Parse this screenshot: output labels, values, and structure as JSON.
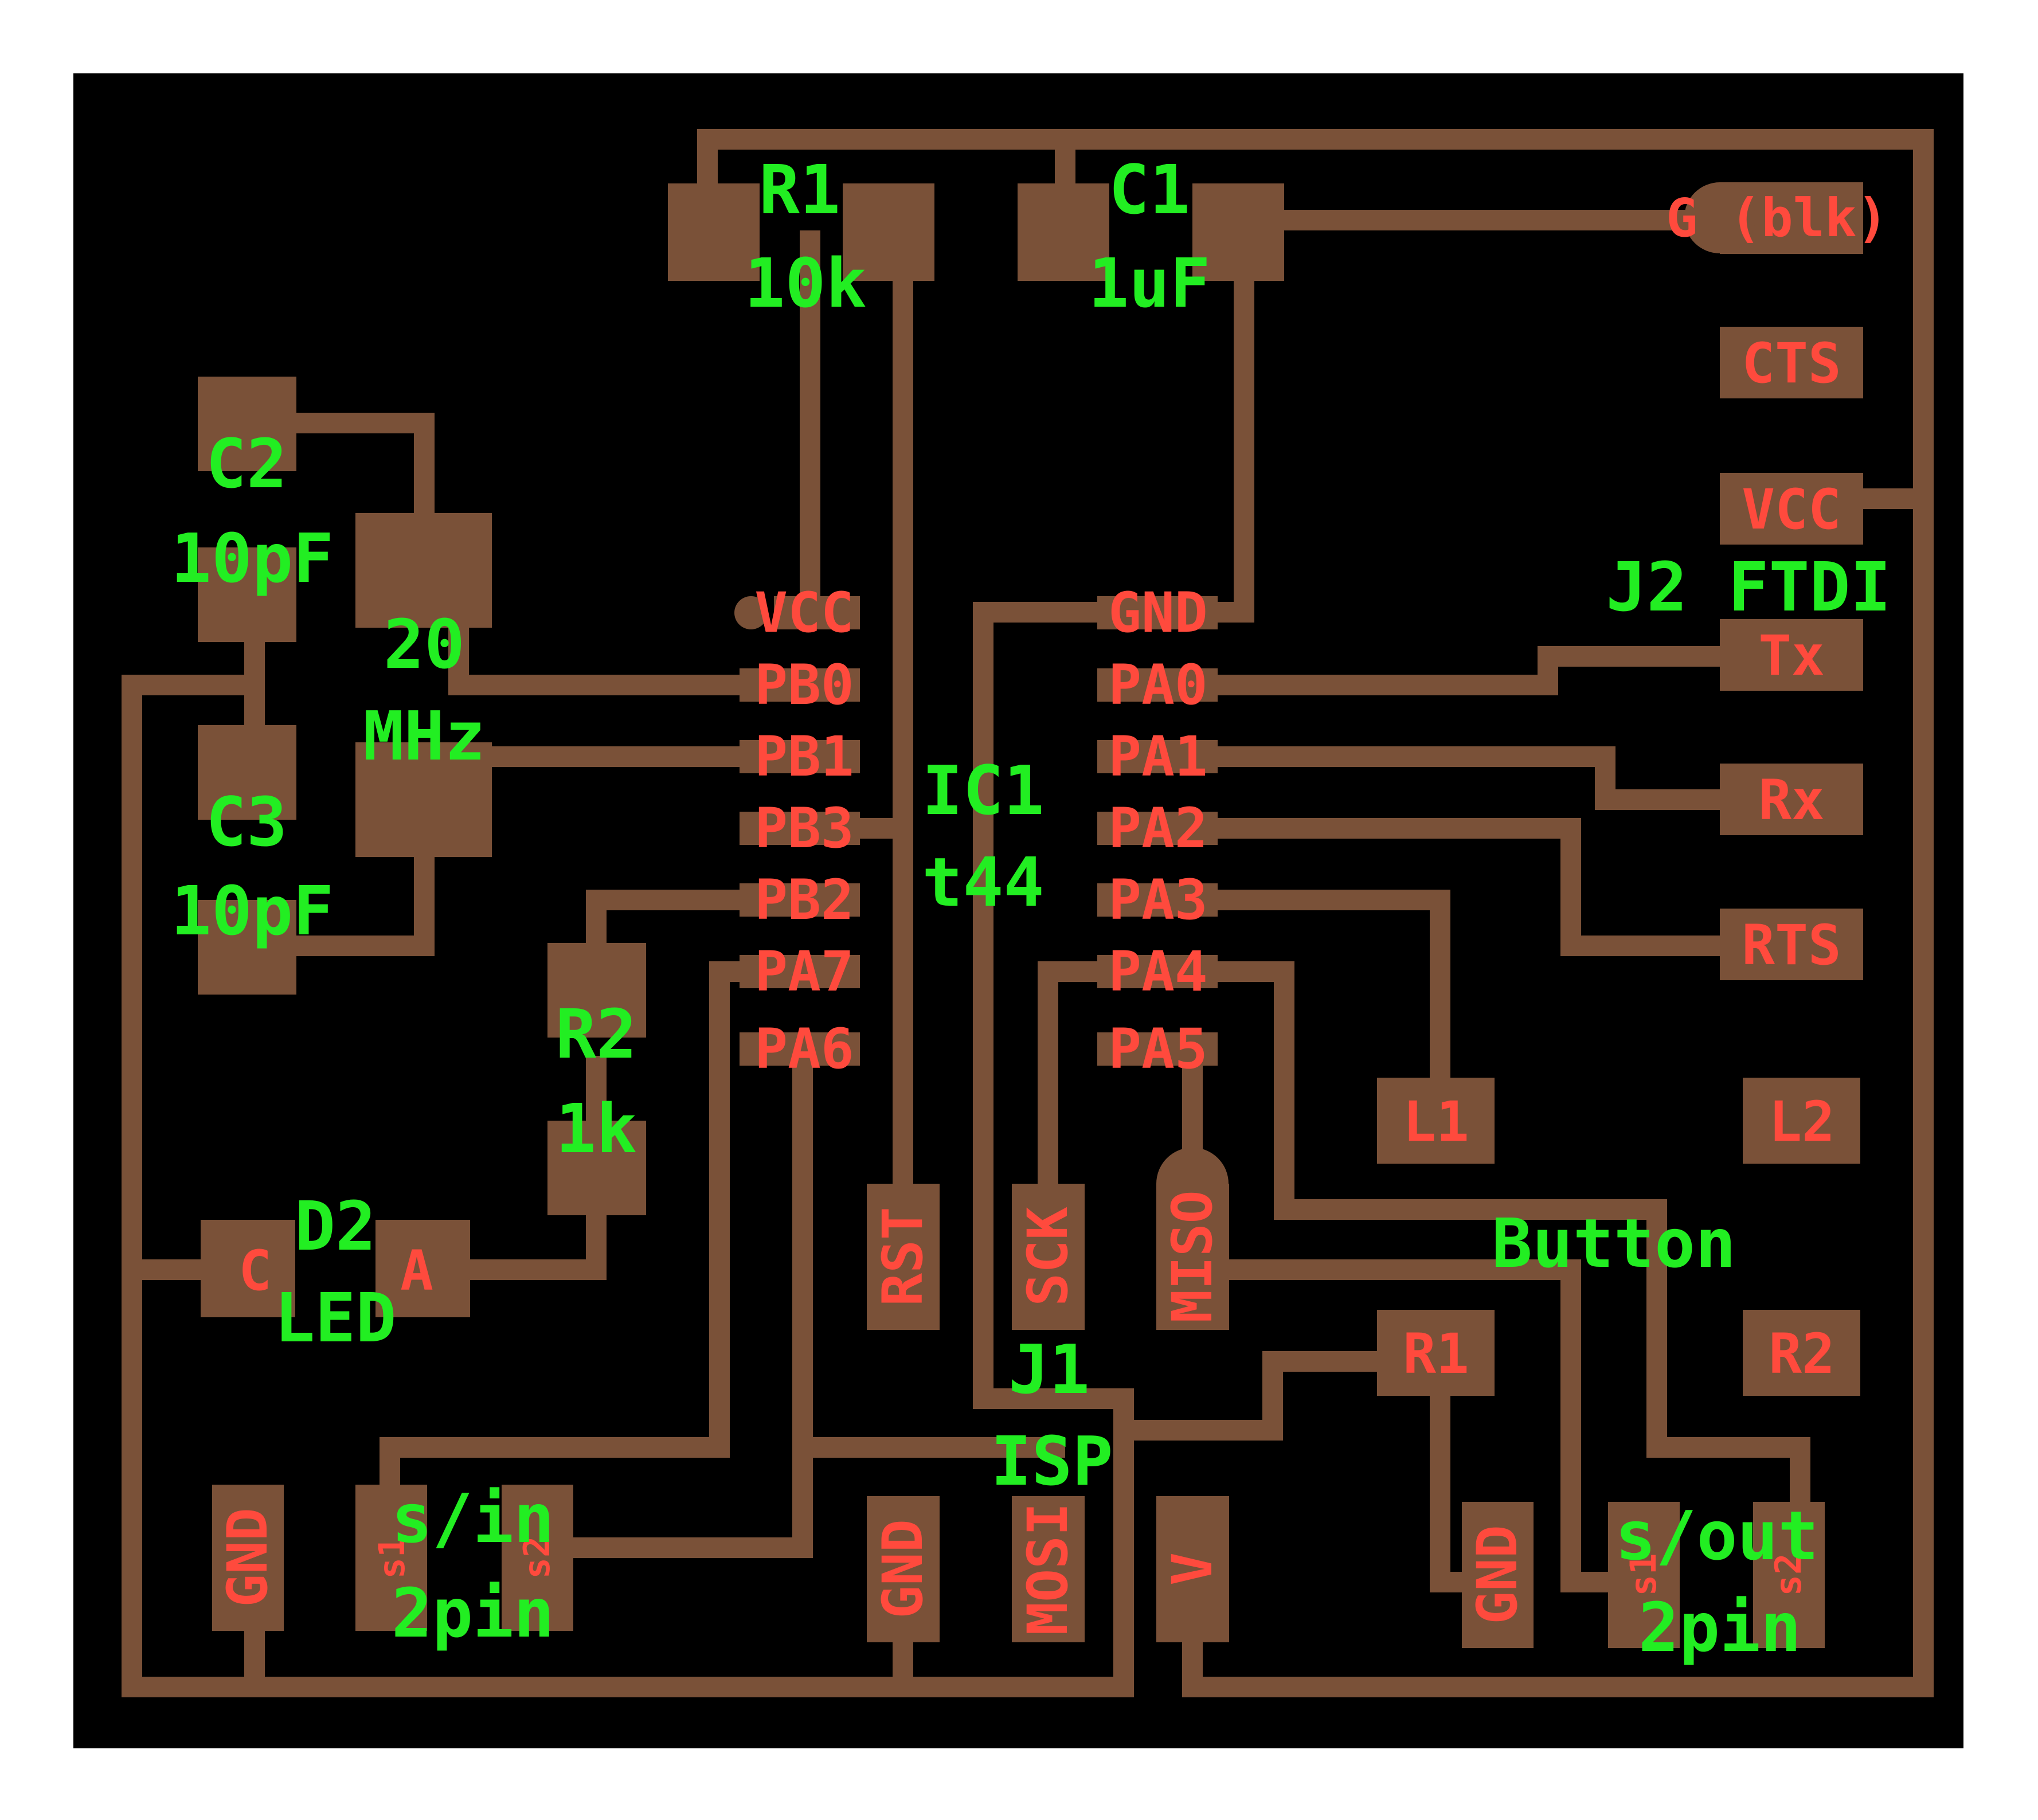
{
  "colors": {
    "board": "#000000",
    "copper": "#7a5138",
    "pin_label": "#ff4a3d",
    "part_label": "#22ee22",
    "overlap_label": "#f2ee55"
  },
  "parts": {
    "r1": {
      "name": "R1",
      "value": "10k"
    },
    "c1": {
      "name": "C1",
      "value": "1uF"
    },
    "c2": {
      "name": "C2",
      "value": "10pF"
    },
    "c3": {
      "name": "C3",
      "value": "10pF"
    },
    "crystal": {
      "value_line1": "20",
      "value_line2": "MHz"
    },
    "ic1": {
      "name": "IC1",
      "value": "t44"
    },
    "r2": {
      "name": "R2",
      "value": "1k"
    },
    "d2": {
      "name": "D2",
      "value": "LED",
      "pad_c": "C",
      "pad_a": "A"
    },
    "j1": {
      "name": "J1",
      "value": "ISP"
    },
    "j2": {
      "name": "J2 FTDI"
    },
    "button": {
      "name": "Button"
    },
    "sin": {
      "name": "s/in",
      "value": "2pin"
    },
    "sout": {
      "name": "s/out",
      "value": "2pin"
    }
  },
  "ic_pins_left": [
    "VCC",
    "PB0",
    "PB1",
    "PB3",
    "PB2",
    "PA7",
    "PA6"
  ],
  "ic_pins_right": [
    "GND",
    "PA0",
    "PA1",
    "PA2",
    "PA3",
    "PA4",
    "PA5"
  ],
  "ftdi_pins": [
    "G (blk)",
    "CTS",
    "VCC",
    "Tx",
    "Rx",
    "RTS"
  ],
  "isp_pins": [
    "RST",
    "SCK",
    "MISO",
    "GND",
    "MOSI",
    "V"
  ],
  "misc_pads": {
    "l1": "L1",
    "l2": "L2",
    "r1b": "R1",
    "r2b": "R2",
    "gnd_left": "GND",
    "gnd_right": "GND",
    "s1": "s1",
    "s2": "s2"
  }
}
